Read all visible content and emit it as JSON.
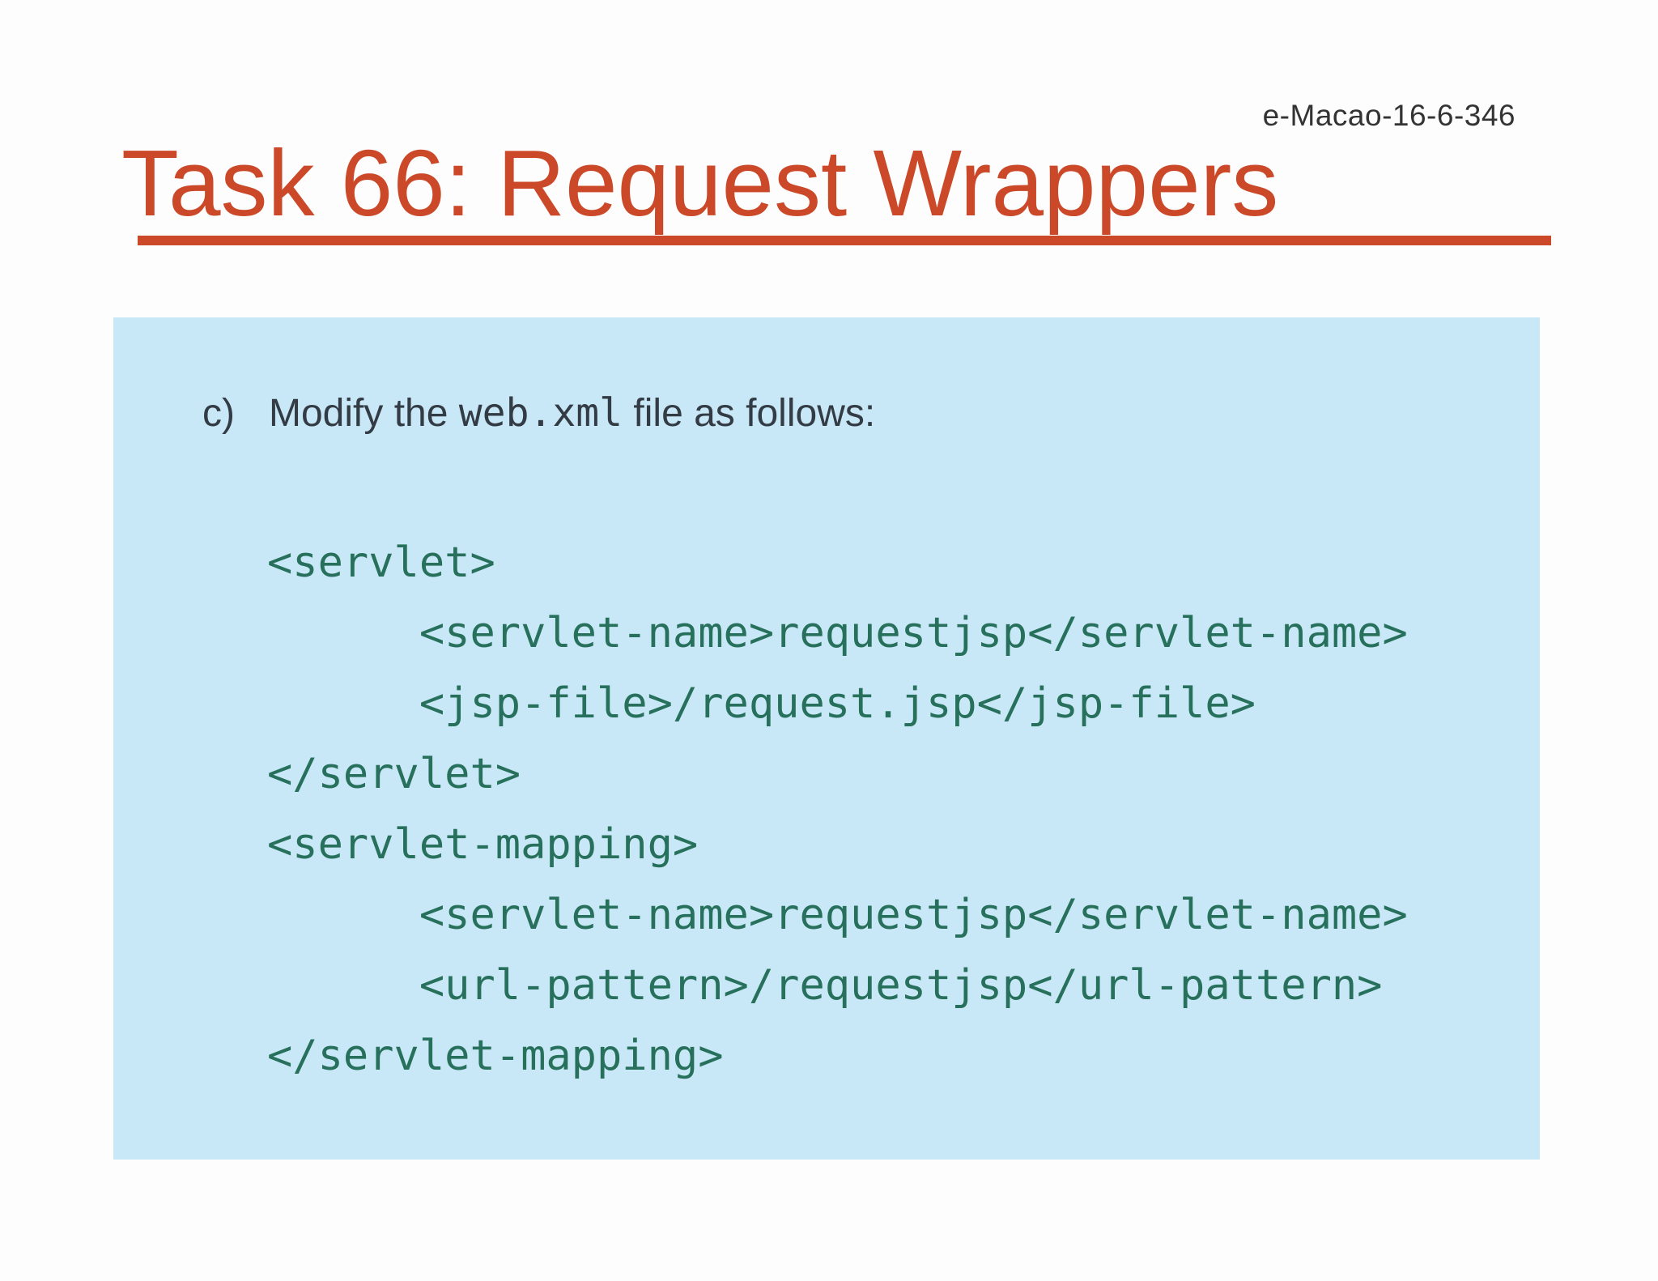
{
  "page": {
    "background_color": "#fdfdfd",
    "accent_color": "#cb4929",
    "box_color": "#c9e8f7",
    "code_color": "#27705c",
    "body_text_color": "#333b44"
  },
  "header": {
    "doc_code": "e-Macao-16-6-346"
  },
  "title": {
    "text": "Task 66: Request Wrappers"
  },
  "content_box": {
    "item_marker": "c)",
    "instruction": {
      "prefix": "Modify the ",
      "mono": "web.xml",
      "suffix": " file as follows:"
    },
    "code": {
      "indent_spaces_per_level": 6,
      "lines": [
        {
          "indent": 0,
          "text": "<servlet>"
        },
        {
          "indent": 1,
          "text": "<servlet-name>requestjsp</servlet-name>"
        },
        {
          "indent": 1,
          "text": "<jsp-file>/request.jsp</jsp-file>"
        },
        {
          "indent": 0,
          "text": "</servlet>"
        },
        {
          "indent": 0,
          "text": "<servlet-mapping>"
        },
        {
          "indent": 1,
          "text": "<servlet-name>requestjsp</servlet-name>"
        },
        {
          "indent": 1,
          "text": "<url-pattern>/requestjsp</url-pattern>"
        },
        {
          "indent": 0,
          "text": "</servlet-mapping>"
        }
      ]
    }
  }
}
